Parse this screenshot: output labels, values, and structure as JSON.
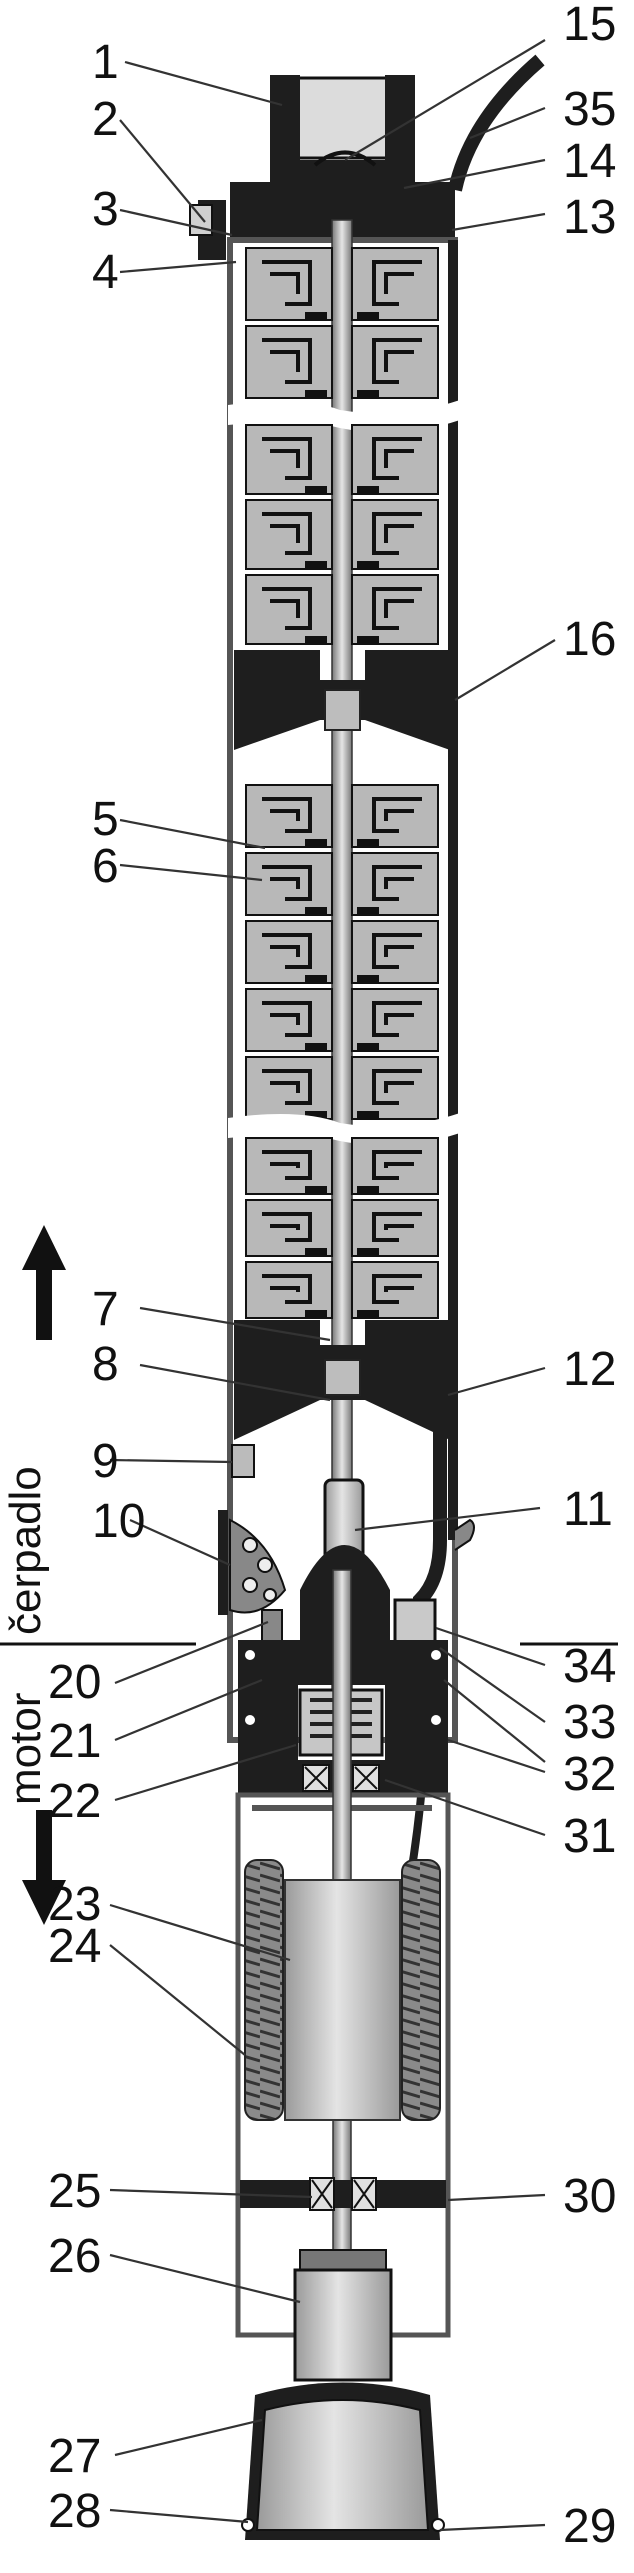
{
  "diagram": {
    "labels_left": [
      "1",
      "2",
      "3",
      "4",
      "5",
      "6",
      "7",
      "8",
      "9",
      "10",
      "20",
      "21",
      "22",
      "23",
      "24",
      "25",
      "26",
      "27",
      "28"
    ],
    "labels_right": [
      "15",
      "35",
      "14",
      "13",
      "16",
      "12",
      "11",
      "34",
      "33",
      "32",
      "31",
      "30",
      "29"
    ],
    "section_pump": "čerpadlo",
    "section_motor": "motor"
  },
  "colors": {
    "casing": "#555555",
    "stage_fill": "#b8b8b8",
    "dark": "#1e1e1e",
    "motor_body": "#c9c9c9",
    "background": "#ffffff"
  }
}
